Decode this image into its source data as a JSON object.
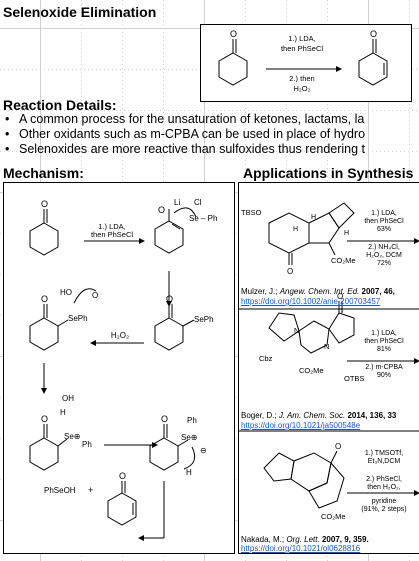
{
  "title": "Selenoxide Elimination",
  "top_scheme": {
    "conditions": [
      "1.) LDA,",
      "then PhSeCl",
      "2.) then",
      "H₂O₂"
    ],
    "atom_o": "O"
  },
  "reaction_details": {
    "heading": "Reaction Details:",
    "bullets": [
      "A common process for the unsaturation of ketones, lactams, la",
      "Other oxidants such as m-CPBA can be used in place of hydro",
      "Selenoxides are more reactive than sulfoxides thus rendering t"
    ]
  },
  "mechanism": {
    "heading": "Mechanism:",
    "step1_conditions": [
      "1.) LDA,",
      "then PhSeCl"
    ],
    "step2_conditions": "H₂O₂",
    "labels": {
      "o": "O",
      "li": "Li",
      "cl": "Cl",
      "se_ph": "Se – Ph",
      "seph": "SePh",
      "sep_h": "SePh",
      "ho": "HO",
      "oh": "OH",
      "h": "H",
      "se_plus": "Se⊕",
      "ph": "Ph",
      "minus": "⊖",
      "product": "PhSeOH",
      "plus": "+"
    }
  },
  "applications": {
    "heading": "Applications in Synthesis",
    "entries": [
      {
        "conditions": [
          "1.) LDA,",
          "then PhSeCl",
          "63%",
          "2.) NH₄Cl,",
          "H₂O₂, DCM",
          "72%"
        ],
        "labels": [
          "TBSO",
          "H",
          "H",
          "CO₂Me",
          "O",
          "H"
        ],
        "citation_author": "Mulzer, J.;",
        "citation_journal": "Angew. Chem. Int. Ed.",
        "citation_rest": "2007, 46,",
        "doi": "https://doi.org/10.1002/anie.200703457"
      },
      {
        "conditions": [
          "1.) LDA,",
          "then PhSeCl",
          "81%",
          "2.) m-CPBA",
          "90%"
        ],
        "labels": [
          "O",
          "N",
          "N",
          "Cbz",
          "CO₂Me",
          "OTBS"
        ],
        "citation_author": "Boger, D.;",
        "citation_journal": "J. Am. Chem. Soc.",
        "citation_rest": "2014, 136, 33",
        "doi": "https://doi.org/10.1021/ja500548e"
      },
      {
        "conditions": [
          "1.) TMSOTf,",
          "Et₃N,DCM",
          "2.) PhSeCl,",
          "then H₂O₂,",
          "pyridine",
          "(91%, 2 steps)"
        ],
        "labels": [
          "O",
          "CO₂Me"
        ],
        "citation_author": "Nakada, M.;",
        "citation_journal": "Org. Lett.",
        "citation_rest": "2007, 9, 359.",
        "doi": "https://doi.org/10.1021/ol0628816"
      }
    ]
  }
}
